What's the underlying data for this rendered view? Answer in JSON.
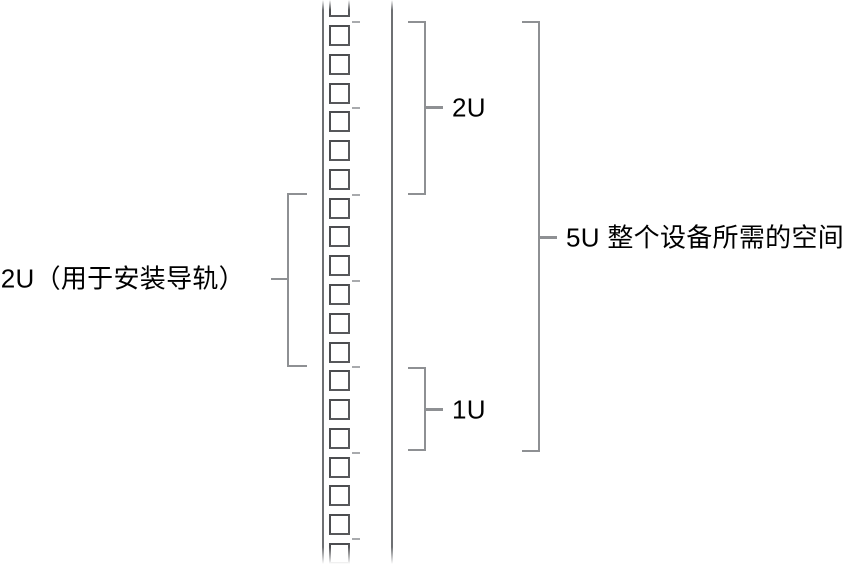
{
  "figure": {
    "type": "rack-unit-diagram",
    "background": "#ffffff",
    "labels": {
      "rail_units": "2U（用于安装导轨）",
      "top_units": "2U",
      "bottom_units": "1U",
      "total_units": "5U 整个设备所需的空间"
    },
    "rack": {
      "hole_count": 20,
      "tick_count": 7,
      "holes_per_unit": 3,
      "units_shown": 6
    },
    "colors": {
      "rail_line": "#6e7073",
      "hole_border": "#57585b",
      "unit_tick": "#a8aaad",
      "bracket": "#8e9093",
      "text": "#000000"
    }
  }
}
